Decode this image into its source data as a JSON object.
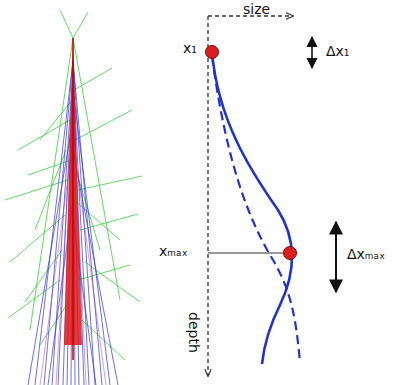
{
  "diagram": {
    "labels": [
      "size",
      "x₁",
      "Δx₁",
      "xₘₐₓ",
      "Δxₘₐₓ",
      "depth"
    ]
  }
}
